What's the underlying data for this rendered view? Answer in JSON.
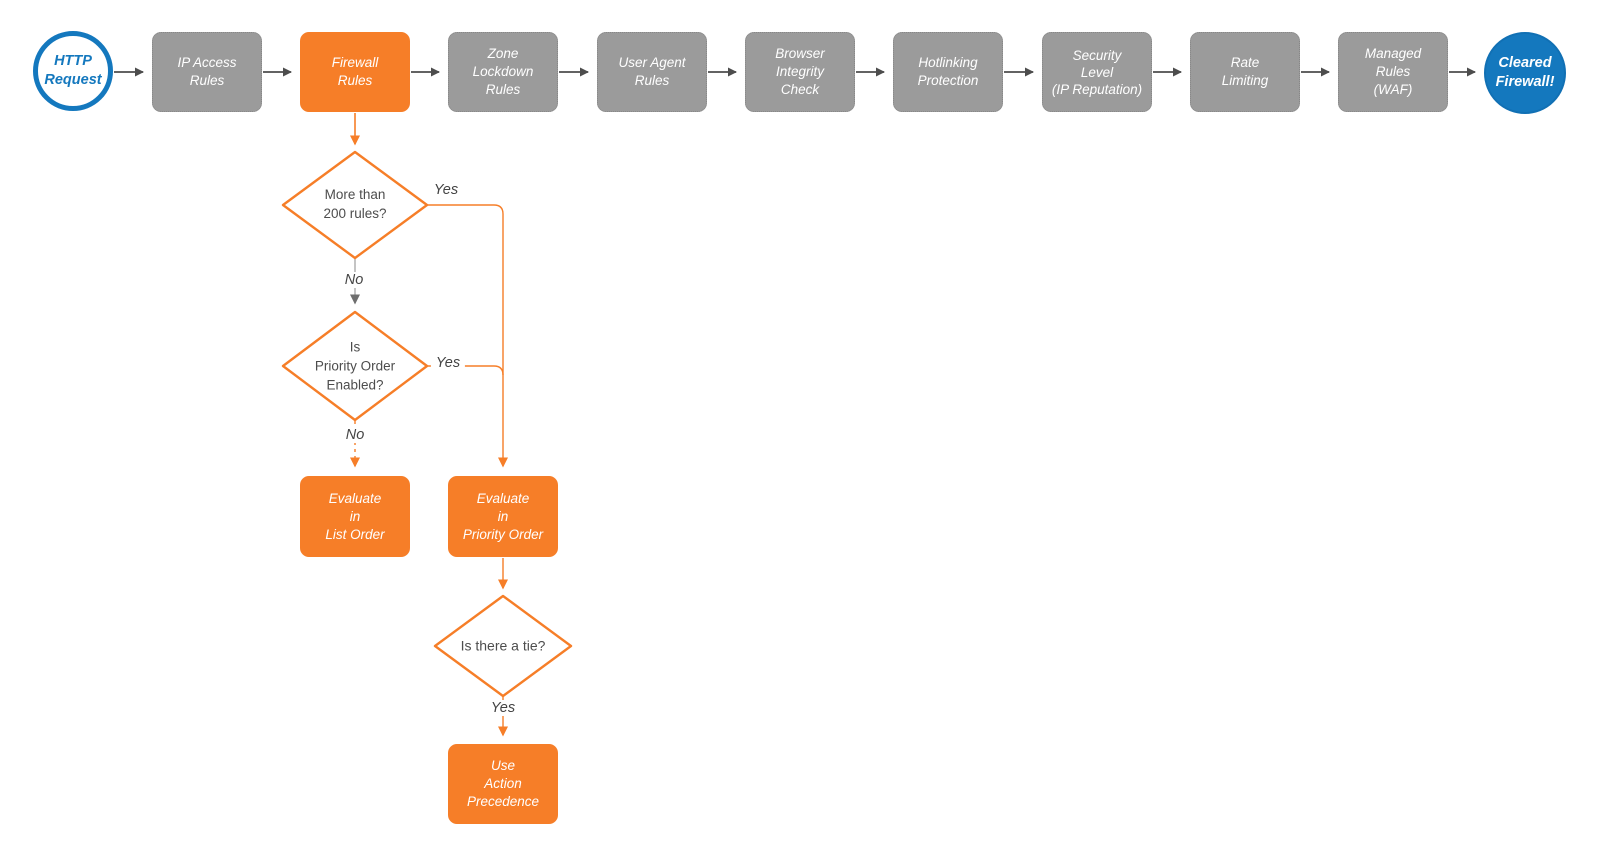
{
  "diagram": {
    "type": "flowchart",
    "colors": {
      "orange": "#F67E28",
      "gray_node_fill": "#9B9B9B",
      "blue": "#1478BE",
      "connector_dark": "#4D4D4D",
      "connector_gray": "#ABABAB",
      "node_text": "#FFFFFF",
      "decision_text": "#4D4D4D",
      "background": "#FFFFFF"
    },
    "start": {
      "label": "HTTP\nRequest"
    },
    "pipeline": [
      {
        "label": "IP Access\nRules"
      },
      {
        "label": "Firewall\nRules"
      },
      {
        "label": "Zone\nLockdown\nRules"
      },
      {
        "label": "User Agent\nRules"
      },
      {
        "label": "Browser\nIntegrity\nCheck"
      },
      {
        "label": "Hotlinking\nProtection"
      },
      {
        "label": "Security\nLevel\n(IP Reputation)"
      },
      {
        "label": "Rate\nLimiting"
      },
      {
        "label": "Managed\nRules\n(WAF)"
      }
    ],
    "end": {
      "label": "Cleared\nFirewall!"
    },
    "decisions": [
      {
        "label": "More than\n200 rules?",
        "yes_label": "Yes",
        "no_label": "No"
      },
      {
        "label": "Is\nPriority Order\nEnabled?",
        "yes_label": "Yes",
        "no_label": "No"
      },
      {
        "label": "Is there a tie?",
        "yes_label": "Yes"
      }
    ],
    "actions": [
      {
        "label": "Evaluate\nin\nList Order"
      },
      {
        "label": "Evaluate\nin\nPriority Order"
      },
      {
        "label": "Use\nAction\nPrecedence"
      }
    ]
  }
}
